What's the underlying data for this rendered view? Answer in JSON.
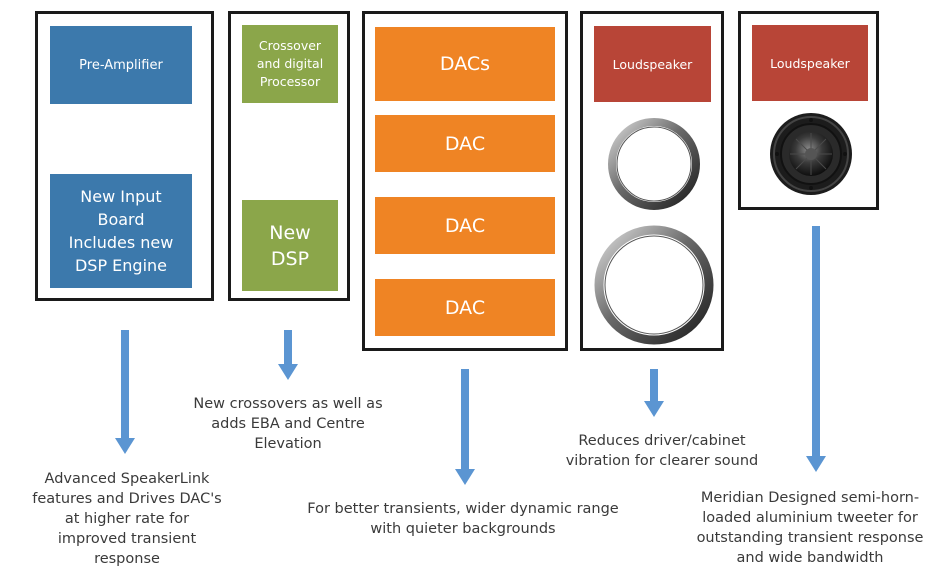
{
  "columns": [
    {
      "blocks": [
        "Pre-Amplifier",
        "New Input Board Includes new DSP Engine"
      ],
      "caption": "Advanced SpeakerLink features and Drives DAC's at higher rate for improved transient response"
    },
    {
      "blocks": [
        "Crossover and digital Processor",
        "New DSP"
      ],
      "caption": "New crossovers as well as adds EBA and Centre Elevation"
    },
    {
      "blocks": [
        "DACs",
        "DAC",
        "DAC",
        "DAC"
      ],
      "caption": "For better transients, wider dynamic range with quieter backgrounds"
    },
    {
      "blocks": [
        "Loudspeaker"
      ],
      "caption": "Reduces driver/cabinet vibration for clearer sound"
    },
    {
      "blocks": [
        "Loudspeaker"
      ],
      "caption": "Meridian Designed semi-horn-loaded aluminium tweeter for outstanding transient response and wide bandwidth"
    }
  ],
  "colors": {
    "preamp_blue": "#3c79ac",
    "dsp_green": "#8ba64a",
    "dac_orange": "#ef8424",
    "speaker_red": "#b84537",
    "arrow_blue": "#5b95d2",
    "frame_black": "#1a1a1a"
  },
  "icons": {
    "driver": "woofer-ring-icon",
    "tweeter": "tweeter-dome-icon",
    "arrow": "arrow-down-icon"
  }
}
